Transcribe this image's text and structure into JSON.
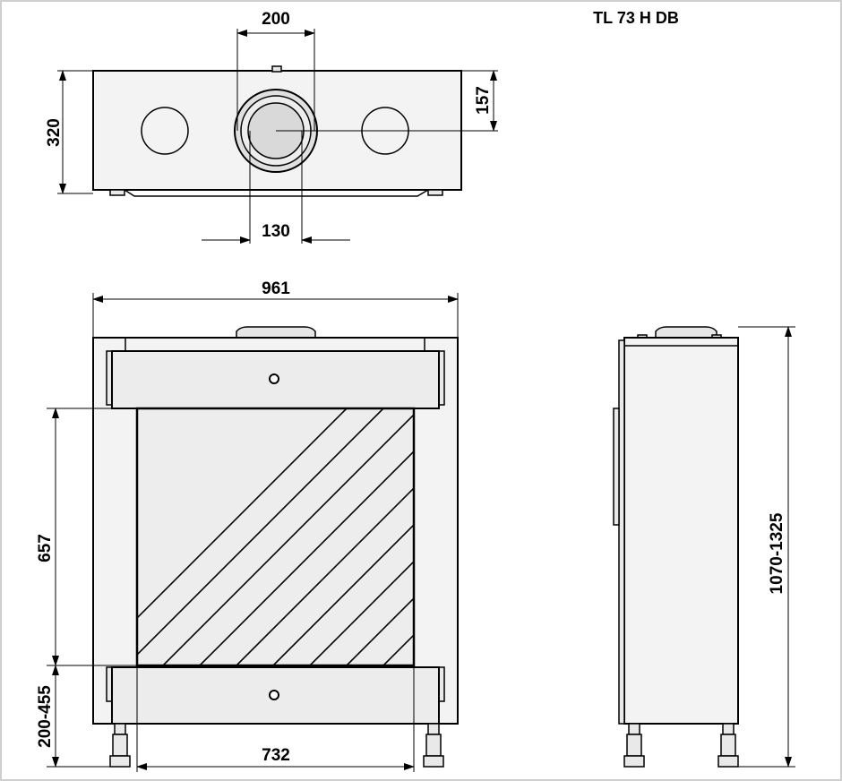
{
  "drawing": {
    "model": "TL 73 H DB",
    "top_view": {
      "flue_outer_width": "200",
      "flue_inner_width": "130",
      "depth": "320",
      "flue_offset": "157"
    },
    "front_view": {
      "width": "961",
      "glass_height": "657",
      "leg_height": "200-455",
      "glass_width": "732"
    },
    "side_view": {
      "total_height": "1070-1325"
    }
  }
}
